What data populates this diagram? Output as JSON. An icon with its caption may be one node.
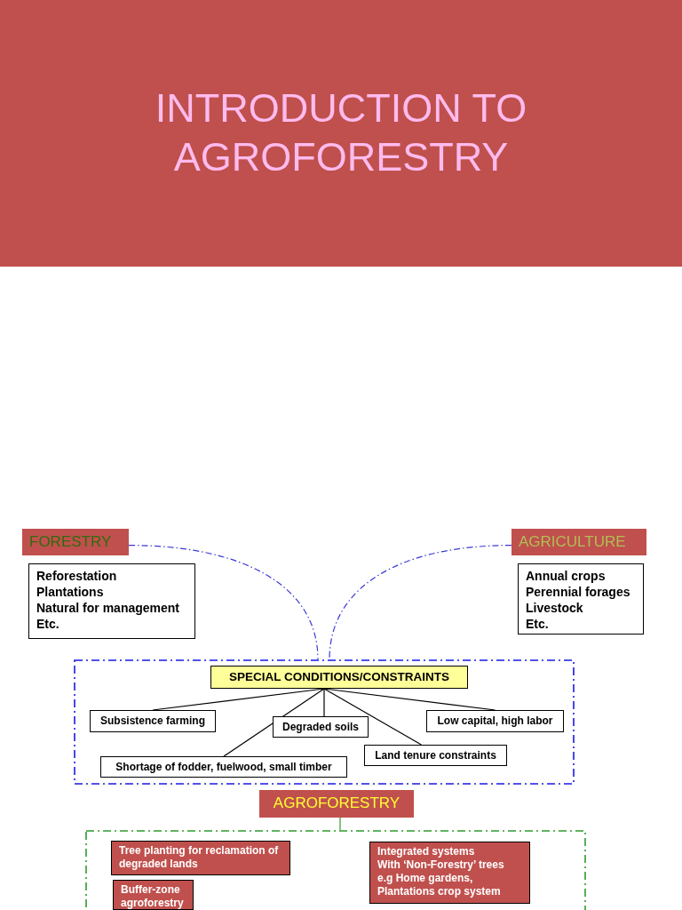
{
  "diagram": {
    "title": "INTRODUCTION TO AGROFORESTRY",
    "nodes": [
      {
        "text": [
          "FORESTRY"
        ]
      },
      {
        "text": [
          "Reforestation",
          "Plantations",
          "Natural for management",
          "Etc."
        ]
      },
      {
        "text": [
          "AGRICULTURE"
        ]
      },
      {
        "text": [
          "Annual crops",
          "Perennial forages",
          "Livestock",
          "Etc."
        ]
      },
      {
        "text": [],
        "shape": "box"
      },
      {
        "text": [
          "SPECIAL CONDITIONS/CONSTRAINTS"
        ],
        "in": 4
      },
      {
        "text": [
          "Subsistence farming"
        ],
        "in": 4
      },
      {
        "text": [
          "Degraded soils"
        ],
        "in": 4
      },
      {
        "text": [
          "Low capital, high labor"
        ],
        "in": 4
      },
      {
        "text": [
          "Shortage of fodder, fuelwood, small timber"
        ],
        "in": 4
      },
      {
        "text": [
          "Land tenure constraints"
        ],
        "in": 4
      },
      {
        "text": [
          "AGROFORESTRY"
        ]
      },
      {
        "text": [],
        "shape": "box"
      },
      {
        "text": [
          "Tree planting for reclamation of degraded lands"
        ],
        "in": 12
      },
      {
        "text": [
          "Buffer-zone agroforestry"
        ],
        "in": 12
      },
      {
        "text": [
          "Integrated systems",
          "With ‘Non-Forestry’ trees",
          "e.g Home gardens,",
          "Plantations crop system"
        ],
        "in": 12
      }
    ],
    "edges": [
      {
        "from": 0,
        "to": 4,
        "arrow": "none",
        "style": "dashed",
        "color": "#3a3ad6"
      },
      {
        "from": 2,
        "to": 4,
        "arrow": "none",
        "style": "dashed",
        "color": "#3a3ad6"
      },
      {
        "from": 5,
        "to": 6,
        "arrow": "none"
      },
      {
        "from": 5,
        "to": 9,
        "arrow": "none"
      },
      {
        "from": 5,
        "to": 7,
        "arrow": "none"
      },
      {
        "from": 5,
        "to": 10,
        "arrow": "none"
      },
      {
        "from": 5,
        "to": 8,
        "arrow": "none"
      },
      {
        "from": 11,
        "to": 12,
        "arrow": "none",
        "color": "#2e9a2e"
      }
    ]
  }
}
